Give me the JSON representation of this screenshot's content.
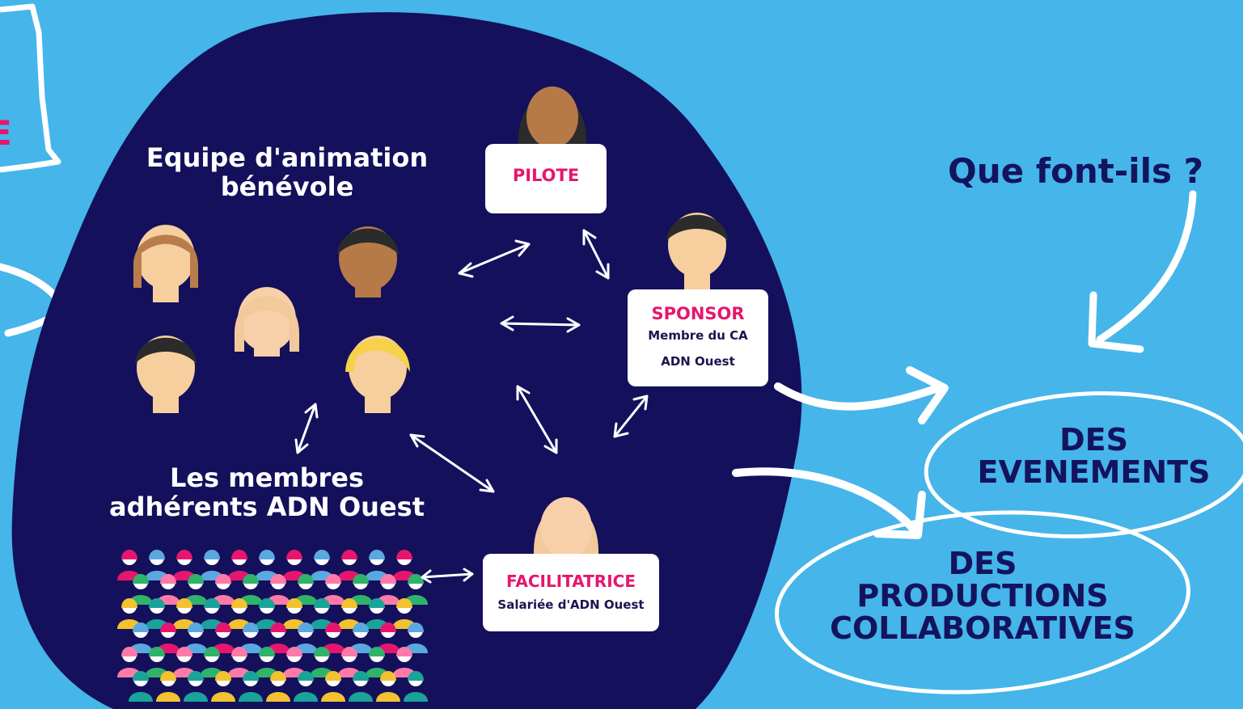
{
  "colors": {
    "background": "#45b5ea",
    "blob": "#14105c",
    "accent_pink": "#e6166f",
    "navy_text": "#14135e",
    "white": "#ffffff"
  },
  "left_fragment": {
    "letter": "E"
  },
  "team": {
    "heading_line1": "Equipe d'animation",
    "heading_line2": "bénévole"
  },
  "members": {
    "heading_line1": "Les membres",
    "heading_line2": "adhérents ADN Ouest"
  },
  "pilote": {
    "title": "PILOTE"
  },
  "sponsor": {
    "title": "SPONSOR",
    "sub1": "Membre du CA",
    "sub2": "ADN Ouest"
  },
  "facilitatrice": {
    "title": "FACILITATRICE",
    "sub": "Salariée d'ADN Ouest"
  },
  "question": {
    "text": "Que font-ils ?"
  },
  "outputs": {
    "events_line1": "DES",
    "events_line2": "EVENEMENTS",
    "prod_line1": "DES",
    "prod_line2": "PRODUCTIONS",
    "prod_line3": "COLLABORATIVES"
  },
  "icons": [
    "person-avatar-icon",
    "crowd-icon",
    "double-arrow-icon",
    "curved-arrow-icon"
  ]
}
